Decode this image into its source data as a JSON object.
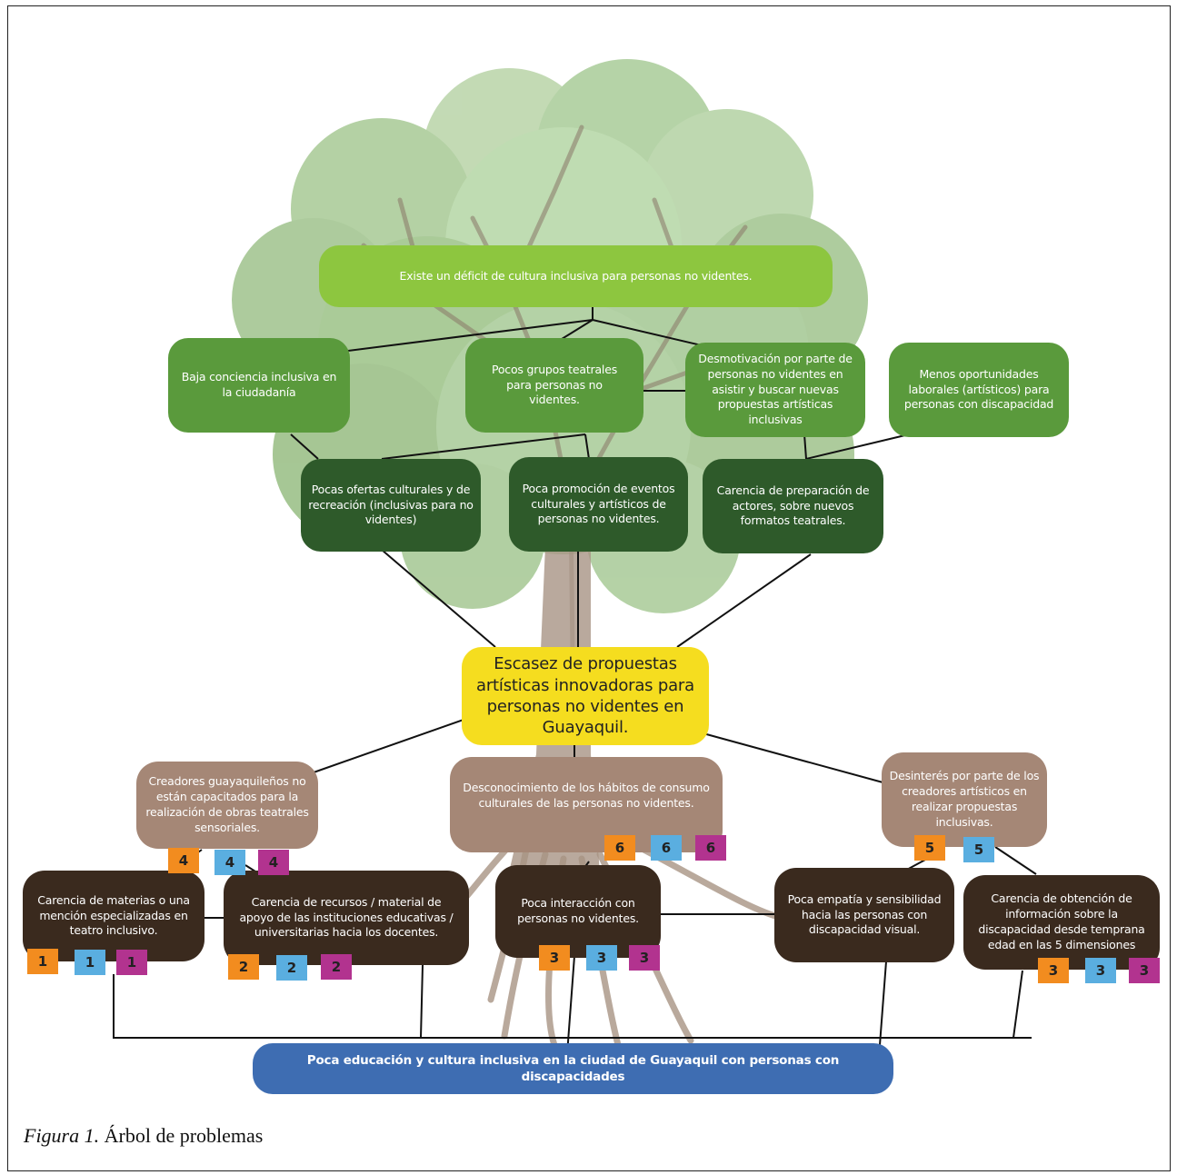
{
  "root_problem": "Existe un déficit de cultura inclusiva para personas no videntes.",
  "effects_top": [
    "Baja conciencia inclusiva en la ciudadanía",
    "Pocos grupos teatrales para personas no videntes.",
    "Desmotivación por parte de personas no videntes en asistir y buscar nuevas propuestas artísticas inclusivas",
    "Menos oportunidades laborales (artísticos) para personas con discapacidad"
  ],
  "effects_mid": [
    "Pocas ofertas culturales y de recreación (inclusivas para no videntes)",
    "Poca promoción de eventos culturales y artísticos de personas no videntes.",
    "Carencia de preparación de actores, sobre nuevos formatos teatrales."
  ],
  "central_problem": "Escasez de propuestas artísticas innovadoras para personas no videntes en Guayaquil.",
  "causes_main": [
    "Creadores guayaquileños no están capacitados para la realización de obras teatrales sensoriales.",
    "Desconocimiento de los hábitos de consumo culturales de las personas no videntes.",
    "Desinterés por parte de los creadores artísticos en realizar propuestas inclusivas."
  ],
  "causes_sub": [
    "Carencia de materias o una mención especializadas en teatro inclusivo.",
    "Carencia de recursos / material de apoyo de las instituciones educativas / universitarias hacia los docentes.",
    "Poca interacción con personas no videntes.",
    "Poca empatía y sensibilidad hacia las personas con discapacidad visual.",
    "Carencia de obtención de información sobre la discapacidad desde temprana edad en las 5 dimensiones"
  ],
  "root_cause": "Poca educación y cultura inclusiva en la ciudad de Guayaquil con personas con discapacidades",
  "badges": {
    "b4": "4",
    "b6": "6",
    "b5": "5",
    "b1": "1",
    "b2": "2",
    "b3": "3"
  },
  "colors": {
    "orange": "#f28c1f",
    "cyan": "#5aaee0",
    "magenta": "#b2338f",
    "light_green": "#8dc63f",
    "mid_green": "#5a9a3c",
    "dark_green": "#2e5a2a",
    "yellow": "#f5dd1f",
    "brown": "#a58776",
    "dark_brown": "#3a2a1e",
    "blue": "#3e6db2"
  },
  "caption": {
    "label": "Figura 1.",
    "text": "Árbol de problemas"
  }
}
